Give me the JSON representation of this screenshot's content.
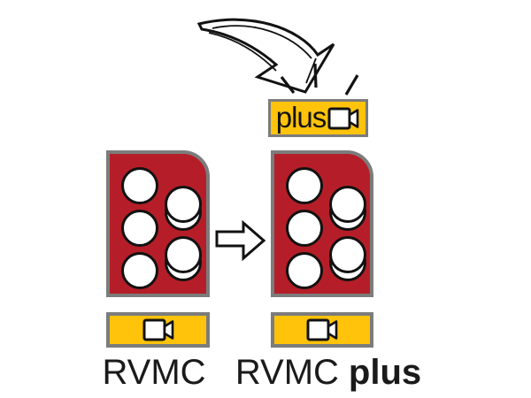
{
  "plus_badge": {
    "label": "plus",
    "icon": "video-camera"
  },
  "left_module": {
    "label": "RVMC",
    "stud_count": 5,
    "bar_icon": "video-camera"
  },
  "right_module": {
    "label_base": "RVMC",
    "label_emphasis": "plus",
    "stud_count": 5,
    "bar_icon": "video-camera"
  },
  "colors": {
    "card_red": "#b51e28",
    "accent_yellow": "#ffc30b",
    "frame_gray": "#7c7c7c",
    "ink": "#121212"
  }
}
